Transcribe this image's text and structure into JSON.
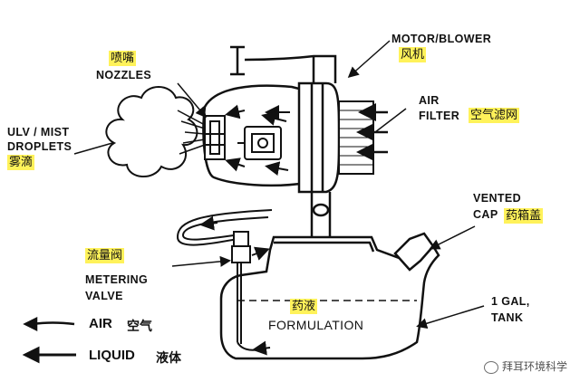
{
  "labels": {
    "motor_en": "MOTOR/BLOWER",
    "motor_cn": "风机",
    "nozzles_cn": "喷嘴",
    "nozzles_en": "NOZZLES",
    "air_filter_en_1": "AIR",
    "air_filter_en_2": "FILTER",
    "air_filter_cn": "空气滤网",
    "ulv_en_1": "ULV / MIST",
    "ulv_en_2": "DROPLETS",
    "ulv_cn": "雾滴",
    "vented_cap_en_1": "VENTED",
    "vented_cap_en_2": "CAP",
    "vented_cap_cn": "药箱盖",
    "metering_cn": "流量阀",
    "metering_en_1": "METERING",
    "metering_en_2": "VALVE",
    "formulation_cn": "药液",
    "formulation_en": "FORMULATION",
    "tank_en_1": "1 GAL,",
    "tank_en_2": "TANK"
  },
  "legend": {
    "air_en": "AIR",
    "air_cn": "空气",
    "liquid_en": "LIQUID",
    "liquid_cn": "液体"
  },
  "watermark": "拜耳环境科学",
  "colors": {
    "highlight": "#fff25a",
    "ink": "#111111"
  }
}
